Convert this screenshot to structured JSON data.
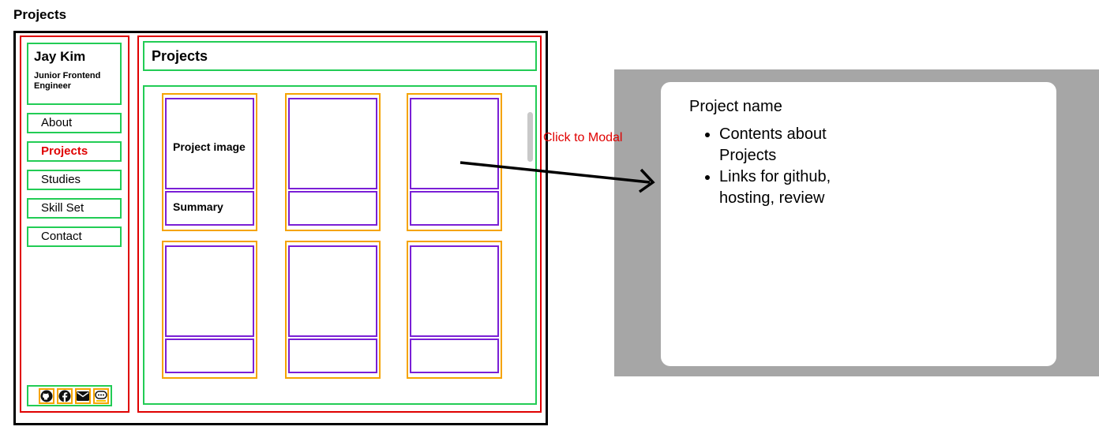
{
  "page_title": "Projects",
  "sidebar": {
    "profile": {
      "name": "Jay Kim",
      "role": "Junior Frontend Engineer"
    },
    "nav": [
      {
        "label": "About",
        "active": false
      },
      {
        "label": "Projects",
        "active": true
      },
      {
        "label": "Studies",
        "active": false
      },
      {
        "label": "Skill Set",
        "active": false
      },
      {
        "label": "Contact",
        "active": false
      }
    ],
    "social_icons": [
      "github-icon",
      "facebook-icon",
      "mail-icon",
      "chat-bubble-icon"
    ]
  },
  "main": {
    "header": "Projects",
    "card_labels": {
      "image": "Project image",
      "summary": "Summary"
    }
  },
  "annotation": {
    "label": "Click to Modal"
  },
  "modal": {
    "title": "Project name",
    "bullets": [
      "Contents about Projects",
      "Links for github, hosting, review"
    ]
  },
  "colors": {
    "frame": "#000000",
    "section": "#e00000",
    "component": "#22cc55",
    "card": "#f5a300",
    "card_part": "#7a1fd6",
    "overlay": "#a6a6a6"
  }
}
